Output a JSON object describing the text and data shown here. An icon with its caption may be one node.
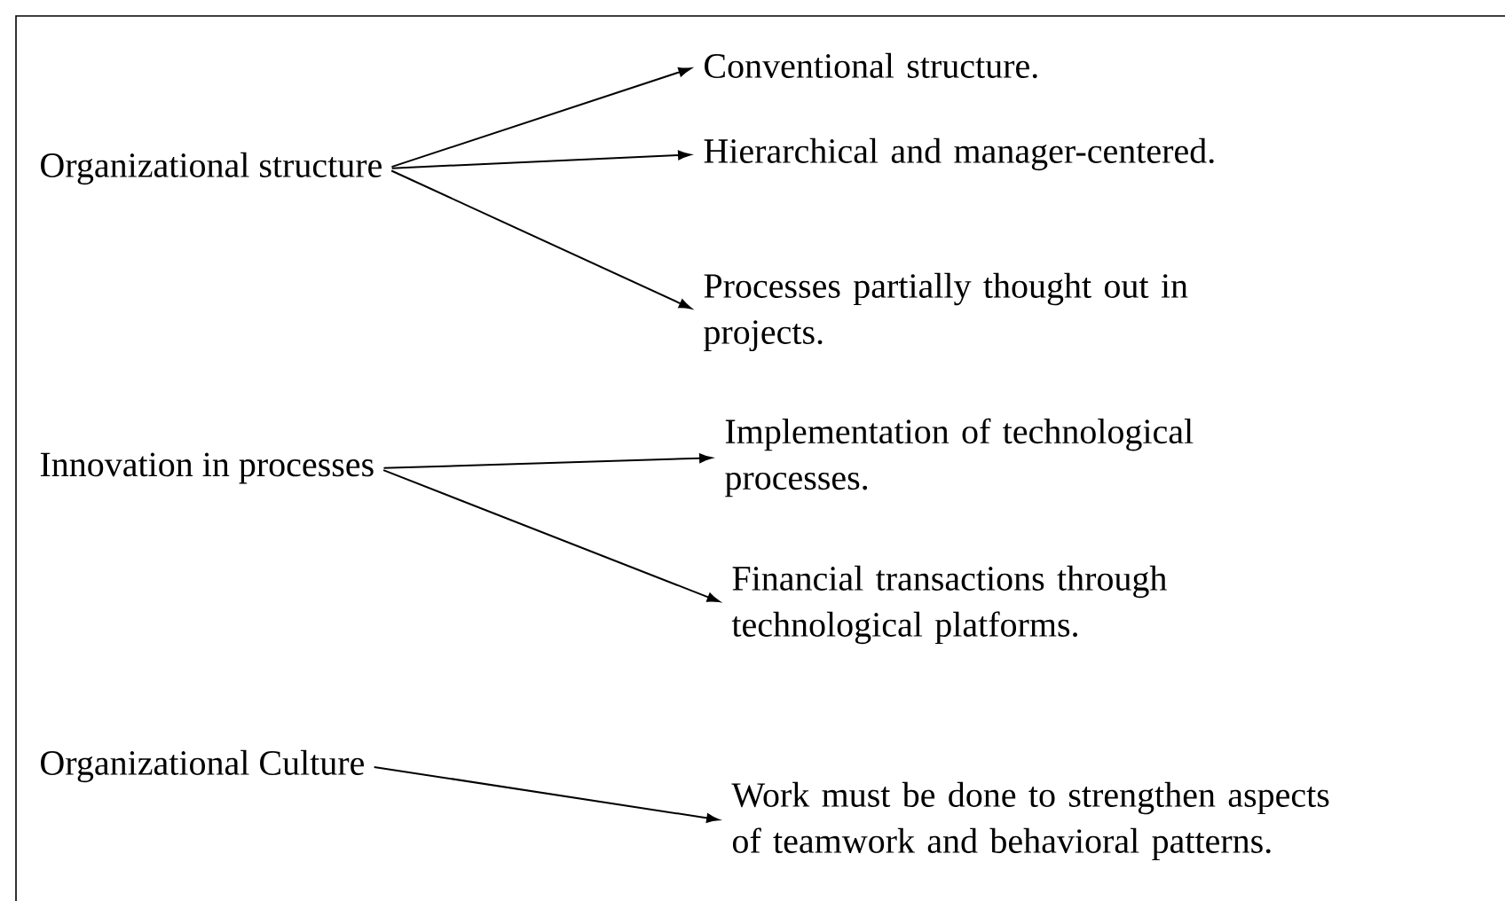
{
  "diagram": {
    "nodes": [
      {
        "text": [
          "Organizational structure"
        ]
      },
      {
        "text": [
          "Innovation in processes"
        ]
      },
      {
        "text": [
          "Organizational Culture"
        ]
      },
      {
        "text": [
          "Conventional structure."
        ]
      },
      {
        "text": [
          "Hierarchical and manager-centered."
        ]
      },
      {
        "text": [
          "Processes partially thought out in projects."
        ]
      },
      {
        "text": [
          "Implementation of technological processes."
        ]
      },
      {
        "text": [
          "Financial transactions through technological platforms."
        ]
      },
      {
        "text": [
          "Work must be done to strengthen aspects of teamwork and behavioral patterns."
        ]
      }
    ],
    "edges": [
      {
        "from": 0,
        "to": 3,
        "arrow": "to"
      },
      {
        "from": 0,
        "to": 4,
        "arrow": "to"
      },
      {
        "from": 0,
        "to": 5,
        "arrow": "to"
      },
      {
        "from": 1,
        "to": 6,
        "arrow": "to"
      },
      {
        "from": 1,
        "to": 7,
        "arrow": "to"
      },
      {
        "from": 2,
        "to": 8,
        "arrow": "to"
      }
    ]
  }
}
